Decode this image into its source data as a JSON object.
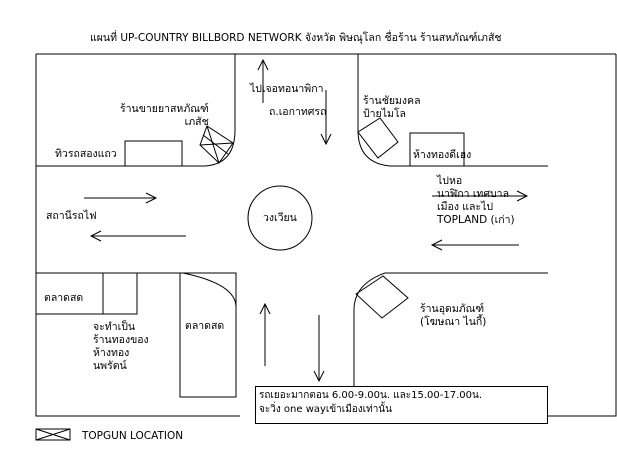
{
  "title": "แผนที่ UP-COUNTRY BILLBORD NETWORK จังหวัด พิษณุโลก ชื่อร้าน ร้านสหภัณฑ์เภสัช",
  "labels": {
    "pharmacy_shop": "ร้านขายยาสหภัณฑ์\nเภสัช",
    "row_houses": "ทิวรถสองแถว",
    "to_chao_naphikan": "ไปเจอทอนาพิกา",
    "ekathotsarot_road": "ถ.เอกาทศรถ",
    "chaiyamongkhon_shop": "ร้านชัยมงคล\nป้ายไมโล",
    "gold_shop_top_right": "ห้างทองดีเฮง",
    "to_clock_topland": "ไปหอ\nนาฬิกา เทศบาล\nเมือง และไป\nTOPLAND (เก่า)",
    "railway_station": "สถานีรถไฟ",
    "roundabout": "วงเวียน",
    "market_left": "ตลาดสด",
    "market_center": "ตลาดสด",
    "future_gold_shop": "จะทำเป็น\nร้านทองของ\nห้างทอง\nนพรัตน์",
    "udom_shop": "ร้านอุดมภัณฑ์\n(โฆษณา ไนกี้)",
    "traffic_note": "รถเยอะมากตอน 6.00-9.00น. และ15.00-17.00น.\nจะวิ่ง one wayเข้าเมืองเท่านั้น"
  },
  "legend": {
    "label": "TOPGUN LOCATION",
    "symbol": "crossed-box"
  },
  "colors": {
    "ink": "#000000",
    "background": "#ffffff"
  }
}
